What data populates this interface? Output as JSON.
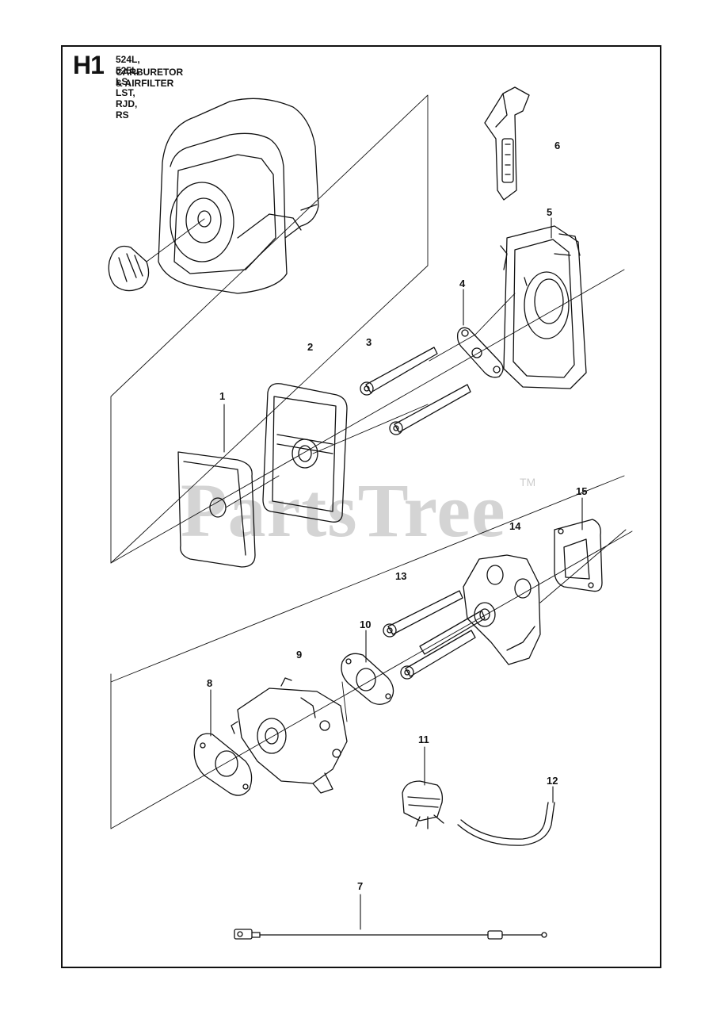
{
  "header": {
    "code": "H1",
    "models": "524L, 525L. LS, LST, RJD, RS",
    "title": "CARBURETOR & AIRFILTER"
  },
  "watermark": {
    "text": "PartsTree",
    "tm": "TM"
  },
  "callouts": {
    "c1": "1",
    "c2": "2",
    "c3": "3",
    "c4": "4",
    "c5": "5",
    "c6": "6",
    "c7": "7",
    "c8": "8",
    "c9": "9",
    "c10": "10",
    "c11": "11",
    "c12": "12",
    "c13": "13",
    "c14": "14",
    "c15": "15"
  },
  "colors": {
    "line": "#111111",
    "watermark": "#d4d4d4",
    "shade": "#8a8a8a"
  }
}
